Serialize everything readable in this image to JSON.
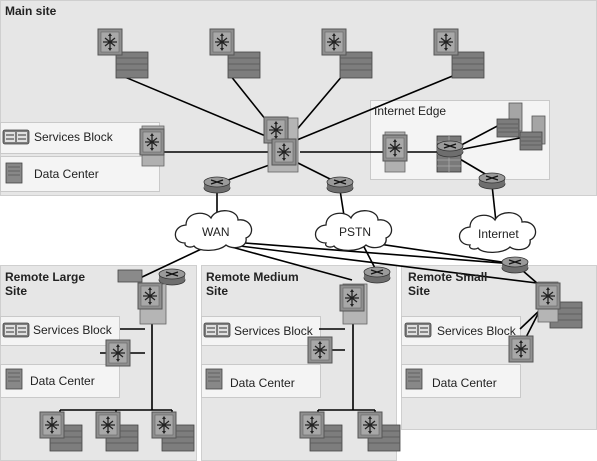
{
  "main": {
    "title": "Main site",
    "services_block": "Services Block",
    "data_center": "Data Center",
    "internet_edge": "Internet Edge"
  },
  "clouds": {
    "wan": "WAN",
    "pstn": "PSTN",
    "internet": "Internet"
  },
  "remote_large": {
    "title_line1": "Remote Large",
    "title_line2": "Site",
    "services_block": "Services Block",
    "data_center": "Data Center"
  },
  "remote_medium": {
    "title_line1": "Remote Medium",
    "title_line2": "Site",
    "services_block": "Services Block",
    "data_center": "Data Center"
  },
  "remote_small": {
    "title_line1": "Remote Small",
    "title_line2": "Site",
    "services_block": "Services Block",
    "data_center": "Data Center"
  }
}
